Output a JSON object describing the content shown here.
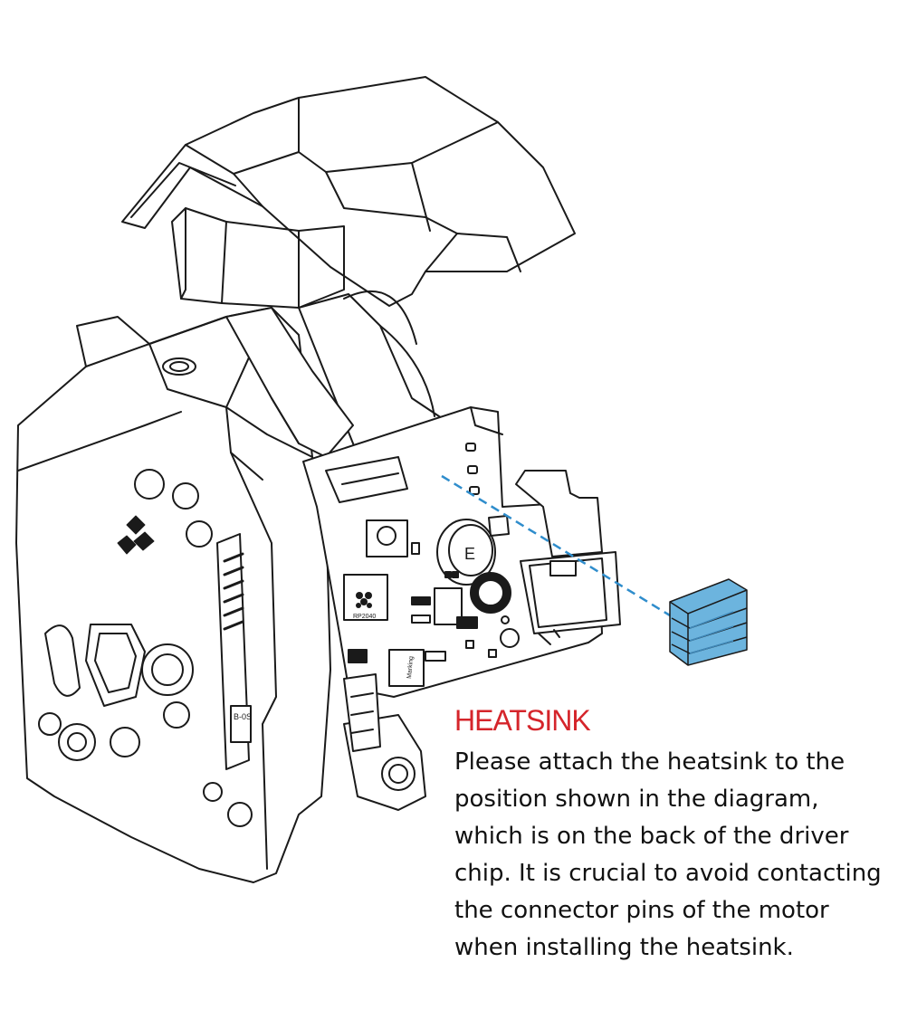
{
  "diagram": {
    "chip_labels": {
      "rp_chip": "RP2040",
      "inductor": "E",
      "module_label": "Marking",
      "small_label": "B-0S"
    }
  },
  "callout": {
    "title": "HEATSINK",
    "lines": [
      "Please attach the heatsink to the",
      "position shown in the diagram,",
      "which is on the back of the driver",
      "chip. It is crucial to avoid contacting",
      "the connector pins of the motor",
      "when installing the heatsink."
    ]
  },
  "colors": {
    "title": "#d5252b",
    "heatsink_fill": "#6cb4de",
    "guide_line": "#2f8dcc",
    "line_art": "#1a1a1a"
  }
}
